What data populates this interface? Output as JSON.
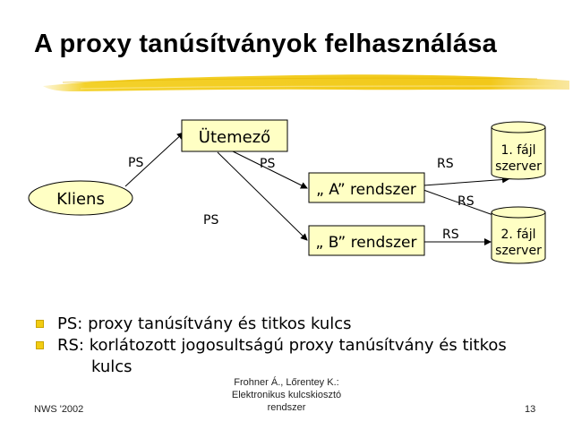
{
  "slide": {
    "title": "A proxy tanúsítványok felhasználása",
    "accent_color": "#f2cc12"
  },
  "diagram": {
    "nodes": {
      "kliens": "Kliens",
      "utemezo": "Ütemező",
      "a_rendszer": "„ A” rendszer",
      "b_rendszer": "„ B” rendszer",
      "server1": [
        "1. fájl",
        "szerver"
      ],
      "server2": [
        "2. fájl",
        "szerver"
      ]
    },
    "edge_labels": {
      "kliens_to_utemezo": "PS",
      "utemezo_to_a": "PS",
      "utemezo_to_b": "PS",
      "a_to_server1": "RS",
      "a_to_server2": "RS",
      "b_to_server2": "RS"
    },
    "colors": {
      "node_fill": "#ffffc4",
      "line": "#000000"
    }
  },
  "bullets": [
    "PS: proxy tanúsítvány és titkos kulcs",
    "RS: korlátozott jogosultságú proxy tanúsítvány és titkos",
    "kulcs"
  ],
  "footer": {
    "left": "NWS '2002",
    "center": [
      "Frohner Á., Lőrentey K.:",
      "Elektronikus kulcskiosztó",
      "rendszer"
    ],
    "page": "13"
  }
}
